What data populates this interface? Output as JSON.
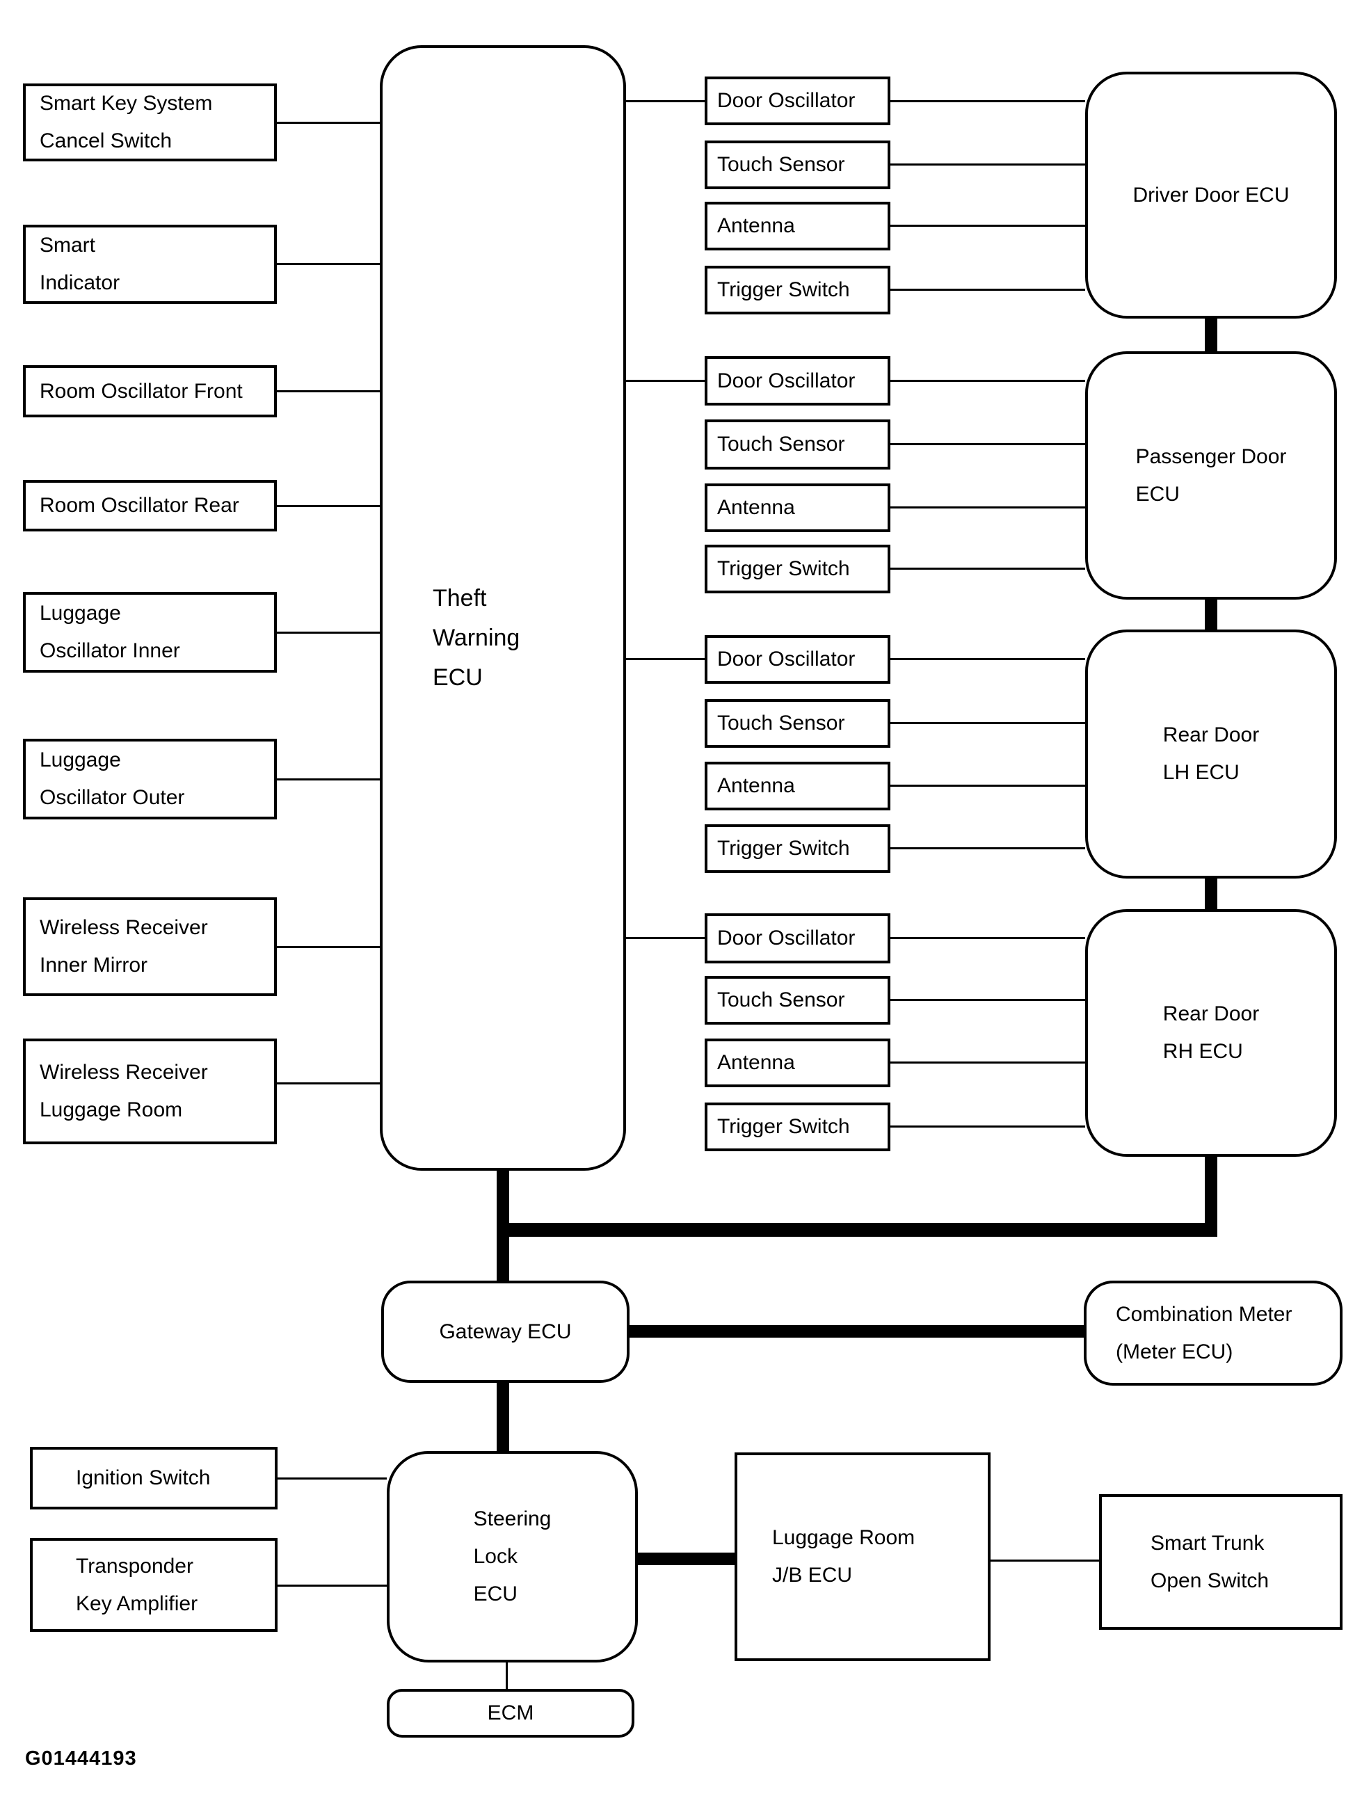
{
  "footer_code": "G01444193",
  "nodes": {
    "theft_ecu": {
      "line1": "Theft",
      "line2": "Warning",
      "line3": "ECU"
    },
    "smart_key": {
      "line1": "Smart Key System",
      "line2": "Cancel Switch"
    },
    "smart_indicator": {
      "line1": "Smart",
      "line2": "Indicator"
    },
    "room_osc_front": {
      "line1": "Room Oscillator Front"
    },
    "room_osc_rear": {
      "line1": "Room Oscillator Rear"
    },
    "luggage_osc_inner": {
      "line1": "Luggage",
      "line2": "Oscillator Inner"
    },
    "luggage_osc_outer": {
      "line1": "Luggage",
      "line2": "Oscillator Outer"
    },
    "wireless_inner_mirror": {
      "line1": "Wireless Receiver",
      "line2": "Inner Mirror"
    },
    "wireless_luggage_room": {
      "line1": "Wireless Receiver",
      "line2": "Luggage Room"
    },
    "gateway_ecu": {
      "line1": "Gateway ECU"
    },
    "combination_meter": {
      "line1": "Combination Meter",
      "line2": "(Meter ECU)"
    },
    "ignition_switch": {
      "line1": "Ignition Switch"
    },
    "transponder": {
      "line1": "Transponder",
      "line2": "Key Amplifier"
    },
    "steering_lock": {
      "line1": "Steering",
      "line2": "Lock",
      "line3": "ECU"
    },
    "ecm": {
      "line1": "ECM"
    },
    "luggage_jb": {
      "line1": "Luggage Room",
      "line2": "J/B ECU"
    },
    "smart_trunk": {
      "line1": "Smart Trunk",
      "line2": "Open Switch"
    }
  },
  "door_groups": [
    {
      "ecu_line1": "Driver Door ECU",
      "ecu_line2": "",
      "components": [
        "Door Oscillator",
        "Touch Sensor",
        "Antenna",
        "Trigger Switch"
      ]
    },
    {
      "ecu_line1": "Passenger Door",
      "ecu_line2": "ECU",
      "components": [
        "Door Oscillator",
        "Touch Sensor",
        "Antenna",
        "Trigger Switch"
      ]
    },
    {
      "ecu_line1": "Rear Door",
      "ecu_line2": "LH ECU",
      "components": [
        "Door Oscillator",
        "Touch Sensor",
        "Antenna",
        "Trigger Switch"
      ]
    },
    {
      "ecu_line1": "Rear Door",
      "ecu_line2": "RH ECU",
      "components": [
        "Door Oscillator",
        "Touch Sensor",
        "Antenna",
        "Trigger Switch"
      ]
    }
  ]
}
